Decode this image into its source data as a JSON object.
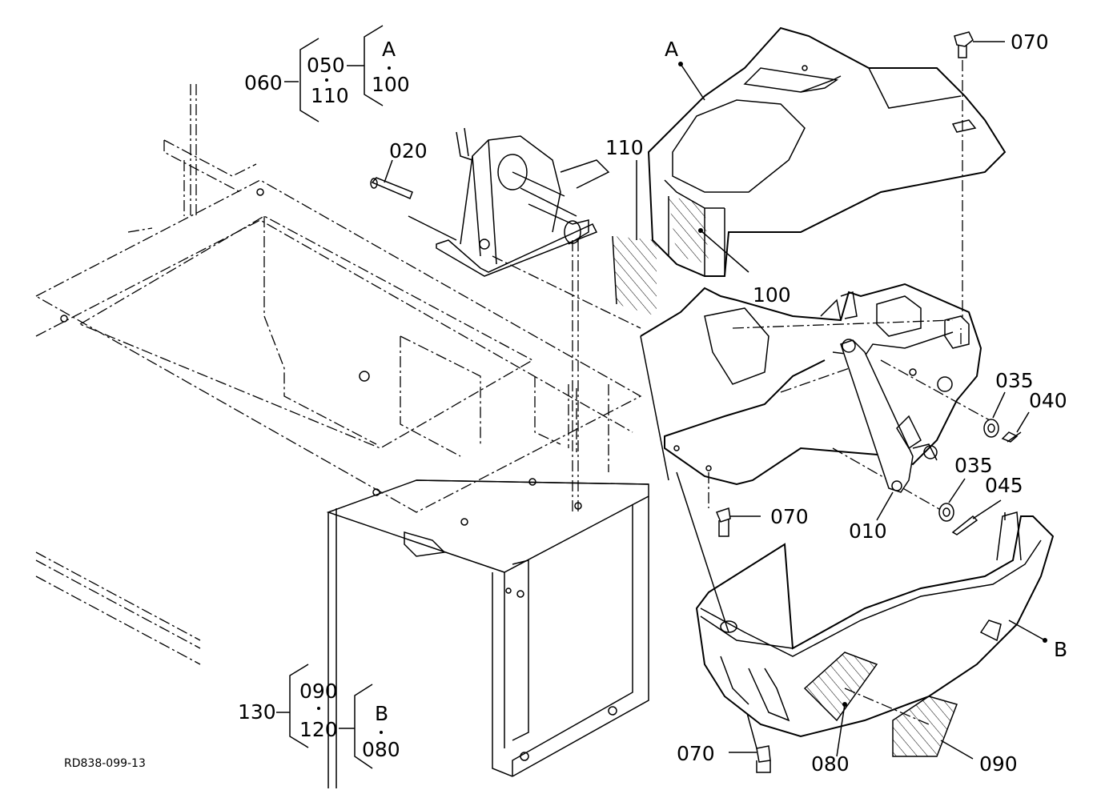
{
  "drawing_id": "RD838-099-13",
  "callouts": {
    "group_top": {
      "outer": "060",
      "inner_top": "050",
      "inner_bottom": "110",
      "assy_letter": "A",
      "assy_part": "100"
    },
    "group_bottom": {
      "outer": "130",
      "inner_top": "090",
      "inner_bottom": "120",
      "assy_letter": "B",
      "assy_part": "080"
    },
    "parts": {
      "p020": "020",
      "p110": "110",
      "p100": "100",
      "pA": "A",
      "p070_top": "070",
      "p035_a": "035",
      "p040": "040",
      "p035_b": "035",
      "p045": "045",
      "p010": "010",
      "p070_mid": "070",
      "pB": "B",
      "p070_bot": "070",
      "p080": "080",
      "p090": "090"
    }
  }
}
